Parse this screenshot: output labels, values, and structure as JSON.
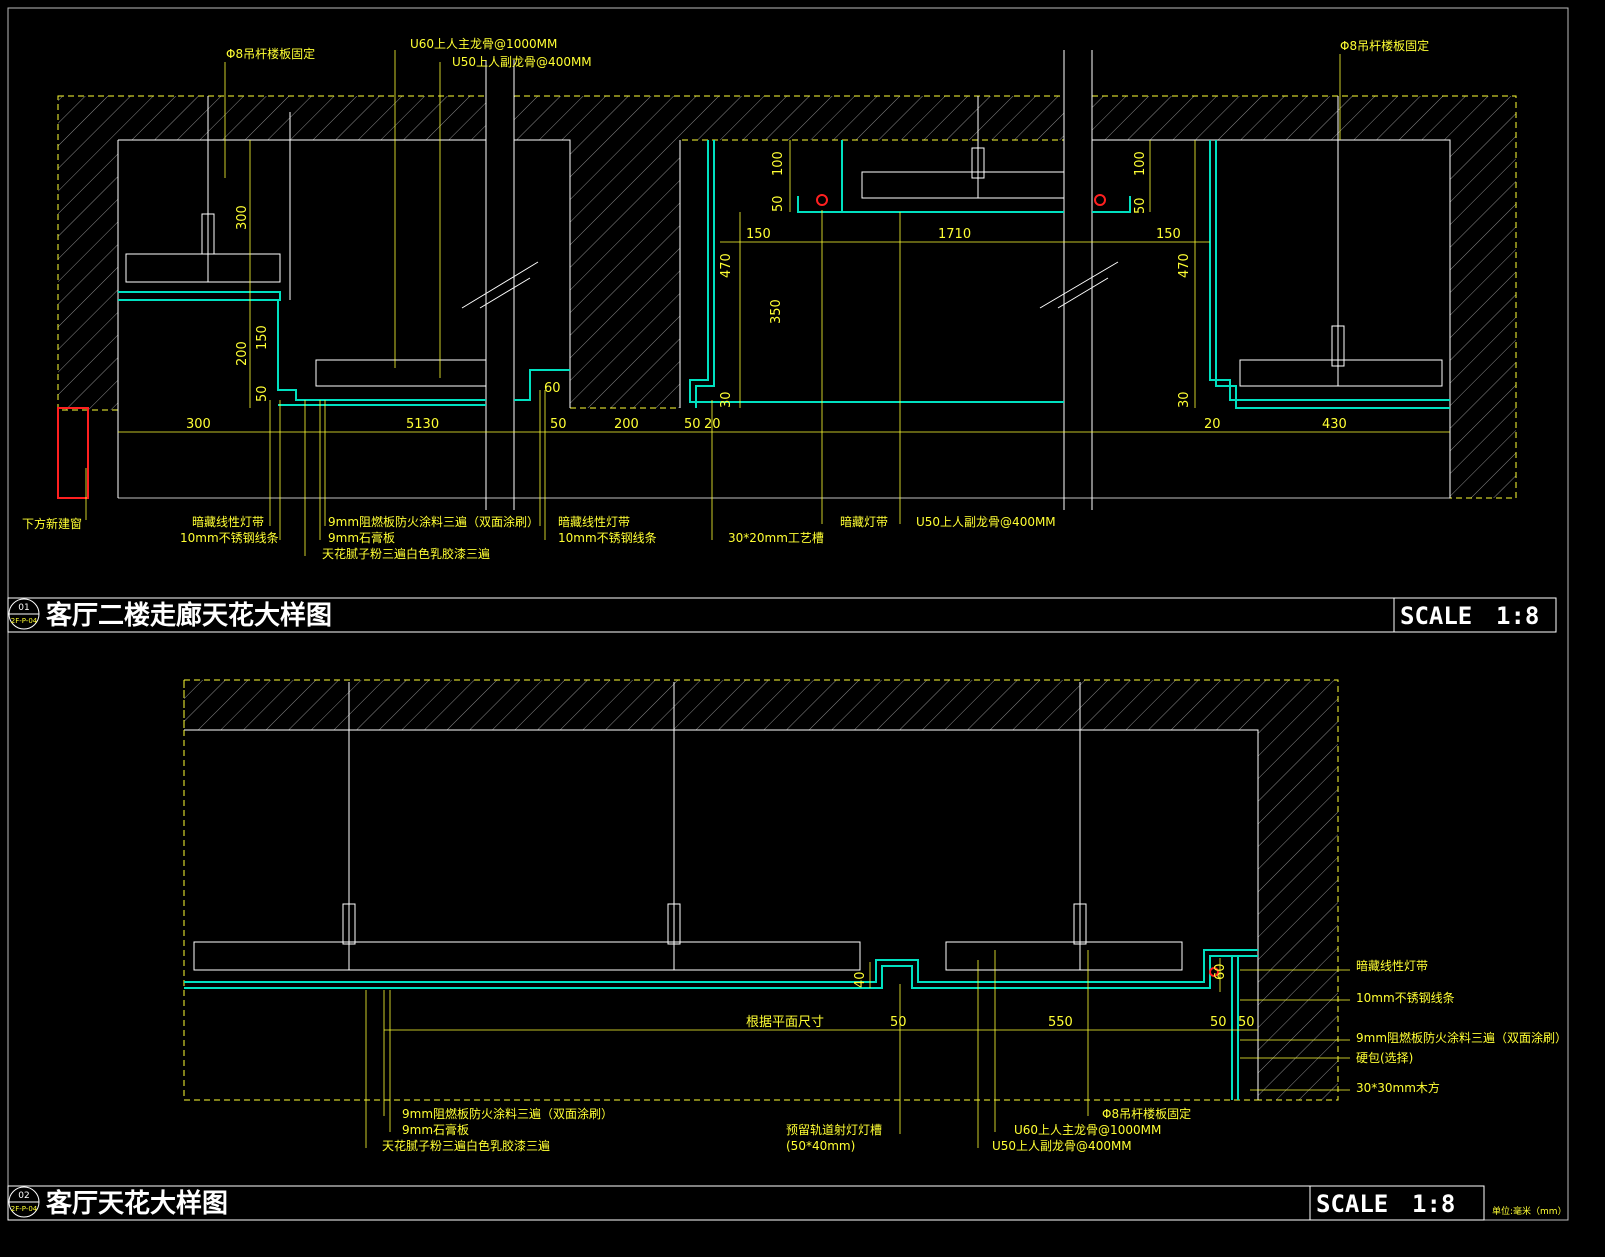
{
  "colors": {
    "background": "#000000",
    "annotation": "#ffff33",
    "dimension": "#ffff33",
    "panel": "#00e0c0",
    "frame": "#ffffff",
    "marker": "#ff2020"
  },
  "detail1": {
    "number": "01",
    "sheet": "2F-P-04",
    "title": "客厅二楼走廊天花大样图",
    "scale_label": "SCALE",
    "scale_value": "1:8",
    "labels": [
      "Φ8吊杆楼板固定",
      "U60上人主龙骨@1000MM",
      "U50上人副龙骨@400MM",
      "Φ8吊杆楼板固定",
      "下方新建窗",
      "暗藏线性灯带",
      "10mm不锈钢线条",
      "9mm阻燃板防火涂料三遍（双面涂刷）",
      "9mm石膏板",
      "天花腻子粉三遍白色乳胶漆三遍",
      "暗藏线性灯带",
      "10mm不锈钢线条",
      "30*20mm工艺槽",
      "暗藏灯带",
      "U50上人副龙骨@400MM"
    ],
    "dims": [
      "300",
      "5130",
      "50",
      "200",
      "50",
      "20",
      "150",
      "1710",
      "150",
      "20",
      "430",
      "300",
      "200",
      "150",
      "50",
      "60",
      "100",
      "50",
      "470",
      "350",
      "30",
      "100",
      "50",
      "470",
      "30"
    ]
  },
  "detail2": {
    "number": "02",
    "sheet": "2F-P-04",
    "title": "客厅天花大样图",
    "scale_label": "SCALE",
    "scale_value": "1:8",
    "unit_note": "单位:毫米（mm）",
    "labels": [
      "暗藏线性灯带",
      "10mm不锈钢线条",
      "9mm阻燃板防火涂料三遍（双面涂刷）",
      "硬包(选择)",
      "30*30mm木方",
      "9mm阻燃板防火涂料三遍（双面涂刷）",
      "9mm石膏板",
      "天花腻子粉三遍白色乳胶漆三遍",
      "预留轨道射灯灯槽",
      "(50*40mm)",
      "U60上人主龙骨@1000MM",
      "U50上人副龙骨@400MM",
      "Φ8吊杆楼板固定"
    ],
    "dims": [
      "根据平面尺寸",
      "50",
      "550",
      "50",
      "50",
      "40",
      "60"
    ]
  }
}
